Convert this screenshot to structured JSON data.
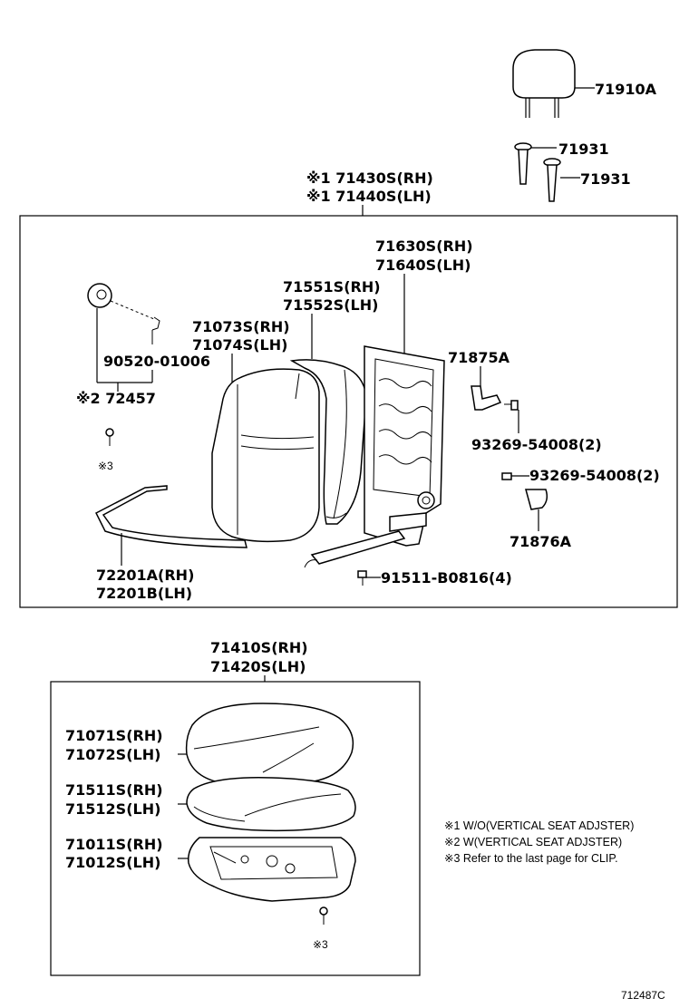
{
  "labels": {
    "headrest": "71910A",
    "support_1": "71931",
    "support_2": "71931",
    "back_assy_rh": "※1 71430S(RH)",
    "back_assy_lh": "※1 71440S(LH)",
    "frame_rh": "71630S(RH)",
    "frame_lh": "71640S(LH)",
    "back_pad_rh": "71551S(RH)",
    "back_pad_lh": "71552S(LH)",
    "back_cover_rh": "71073S(RH)",
    "back_cover_lh": "71074S(LH)",
    "knob_pin": "90520-01006",
    "knob": "※2 72457",
    "clip_ref_1": "※3",
    "hinge_cover_a": "71875A",
    "screw_1": "93269-54008(2)",
    "screw_2": "93269-54008(2)",
    "hinge_cover_b": "71876A",
    "wire_rh": "72201A(RH)",
    "wire_lh": "72201B(LH)",
    "bolt": "91511-B0816(4)",
    "cushion_assy_rh": "71410S(RH)",
    "cushion_assy_lh": "71420S(LH)",
    "cushion_cover_rh": "71071S(RH)",
    "cushion_cover_lh": "71072S(LH)",
    "cushion_pad_rh": "71511S(RH)",
    "cushion_pad_lh": "71512S(LH)",
    "cushion_frame_rh": "71011S(RH)",
    "cushion_frame_lh": "71012S(LH)",
    "clip_ref_2": "※3"
  },
  "notes": [
    "※1  W/O(VERTICAL SEAT ADJSTER)",
    "※2  W(VERTICAL SEAT ADJSTER)",
    "※3  Refer to the last page for CLIP."
  ],
  "diagram_id": "712487C"
}
